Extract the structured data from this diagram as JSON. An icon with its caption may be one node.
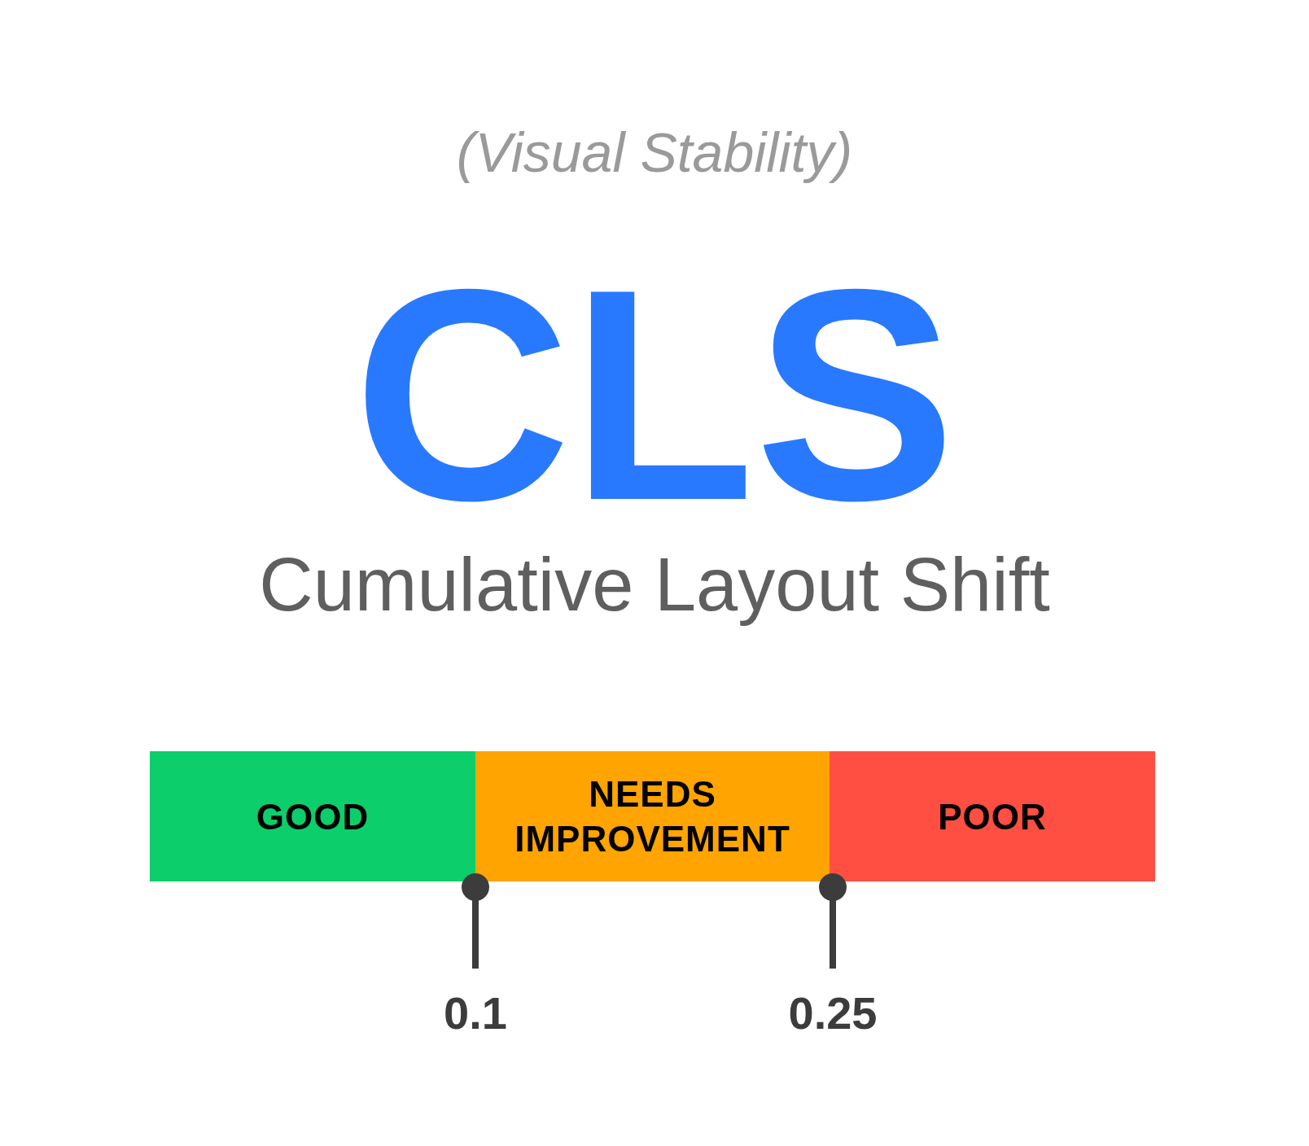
{
  "diagram": {
    "title": "CLS",
    "nodes": [
      {
        "text": [
          "GOOD"
        ]
      },
      {
        "text": [
          "NEEDS IMPROVEMENT"
        ]
      },
      {
        "text": [
          "POOR"
        ]
      }
    ],
    "labels": [
      "(Visual Stability)",
      "Cumulative Layout Shift",
      "0.1",
      "0.25"
    ]
  }
}
